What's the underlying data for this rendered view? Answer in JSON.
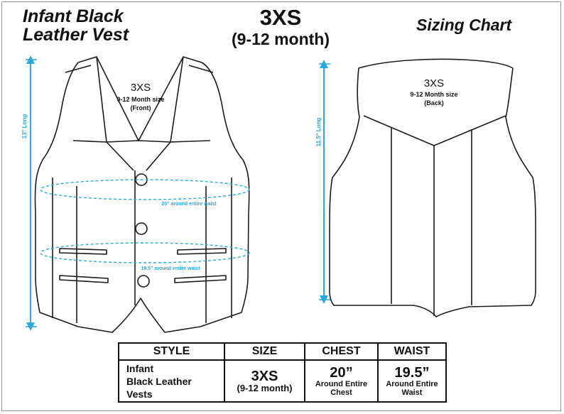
{
  "header": {
    "left_title_line1": "Infant  Black",
    "left_title_line2": "Leather Vest",
    "size": "3XS",
    "age_range": "(9-12 month)",
    "right_title": "Sizing Chart"
  },
  "front_vest": {
    "size_label": "3XS",
    "caption_line1": "9-12 Month size",
    "caption_line2": "(Front)",
    "length_label": "13\" Long",
    "chest_label": "20\" around entire waist",
    "waist_label": "19.5\" around entire waist"
  },
  "back_vest": {
    "size_label": "3XS",
    "caption_line1": "9-12 Month size",
    "caption_line2": "(Back)",
    "length_label": "11.5\" Long"
  },
  "colors": {
    "measure": "#29a9e1",
    "outline": "#1a1a1a"
  },
  "table": {
    "headers": [
      "STYLE",
      "SIZE",
      "CHEST",
      "WAIST"
    ],
    "style_line1": "Infant",
    "style_line2": "Black Leather",
    "style_line3": "Vests",
    "size_value": "3XS",
    "size_sub": "(9-12 month)",
    "chest_value": "20”",
    "chest_sub1": "Around Entire",
    "chest_sub2": "Chest",
    "waist_value": "19.5”",
    "waist_sub1": "Around Entire",
    "waist_sub2": "Waist"
  }
}
